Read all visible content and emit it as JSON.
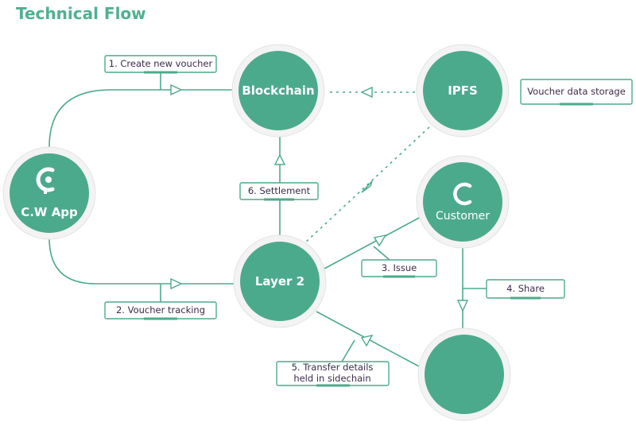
{
  "title": "Technical Flow",
  "nodes": {
    "app": {
      "label": "C.W App",
      "icon": "cw-logo-icon"
    },
    "blockchain": {
      "label": "Blockchain"
    },
    "ipfs": {
      "label": "IPFS"
    },
    "customer": {
      "label": "Customer",
      "icon": "c-letter-icon"
    },
    "layer2": {
      "label": "Layer 2"
    },
    "merchant": {
      "label": ""
    }
  },
  "steps": {
    "create": "1. Create new voucher",
    "tracking": "2. Voucher tracking",
    "issue": "3. Issue",
    "share": "4. Share",
    "transfer_line1": "5. Transfer details",
    "transfer_line2": "held in sidechain",
    "settlement": "6. Settlement",
    "storage": "Voucher data storage"
  },
  "colors": {
    "accent": "#4caa8c",
    "title": "#4fb08f",
    "text": "#3d2a4a"
  }
}
